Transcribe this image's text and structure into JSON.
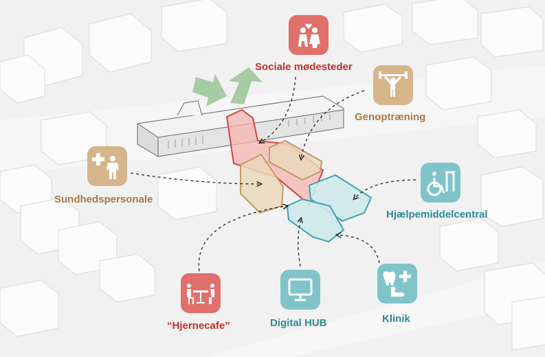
{
  "colors": {
    "red": "#e0706c",
    "red_text": "#c0302f",
    "tan": "#d2b48c",
    "tan_text": "#a57c45",
    "teal": "#7fc4c9",
    "teal_text": "#2d8a96",
    "green_arrow": "#9fc79a"
  },
  "labels": {
    "sociale": "Sociale mødesteder",
    "genoptraening": "Genoptræning",
    "sundhed": "Sundhedspersonale",
    "hjaelpemiddel": "Hjælpemiddelcentral",
    "hjernecafe": "“Hjernecafe”",
    "digital": "Digital HUB",
    "klinik": "Klinik"
  },
  "icons": {
    "sociale": "people-heart-icon",
    "genoptraening": "weightlifting-icon",
    "sundhed": "health-staff-icon",
    "hjaelpemiddel": "wheelchair-icon",
    "hjernecafe": "cafe-table-icon",
    "digital": "monitor-icon",
    "klinik": "tooth-foot-clinic-icon"
  }
}
